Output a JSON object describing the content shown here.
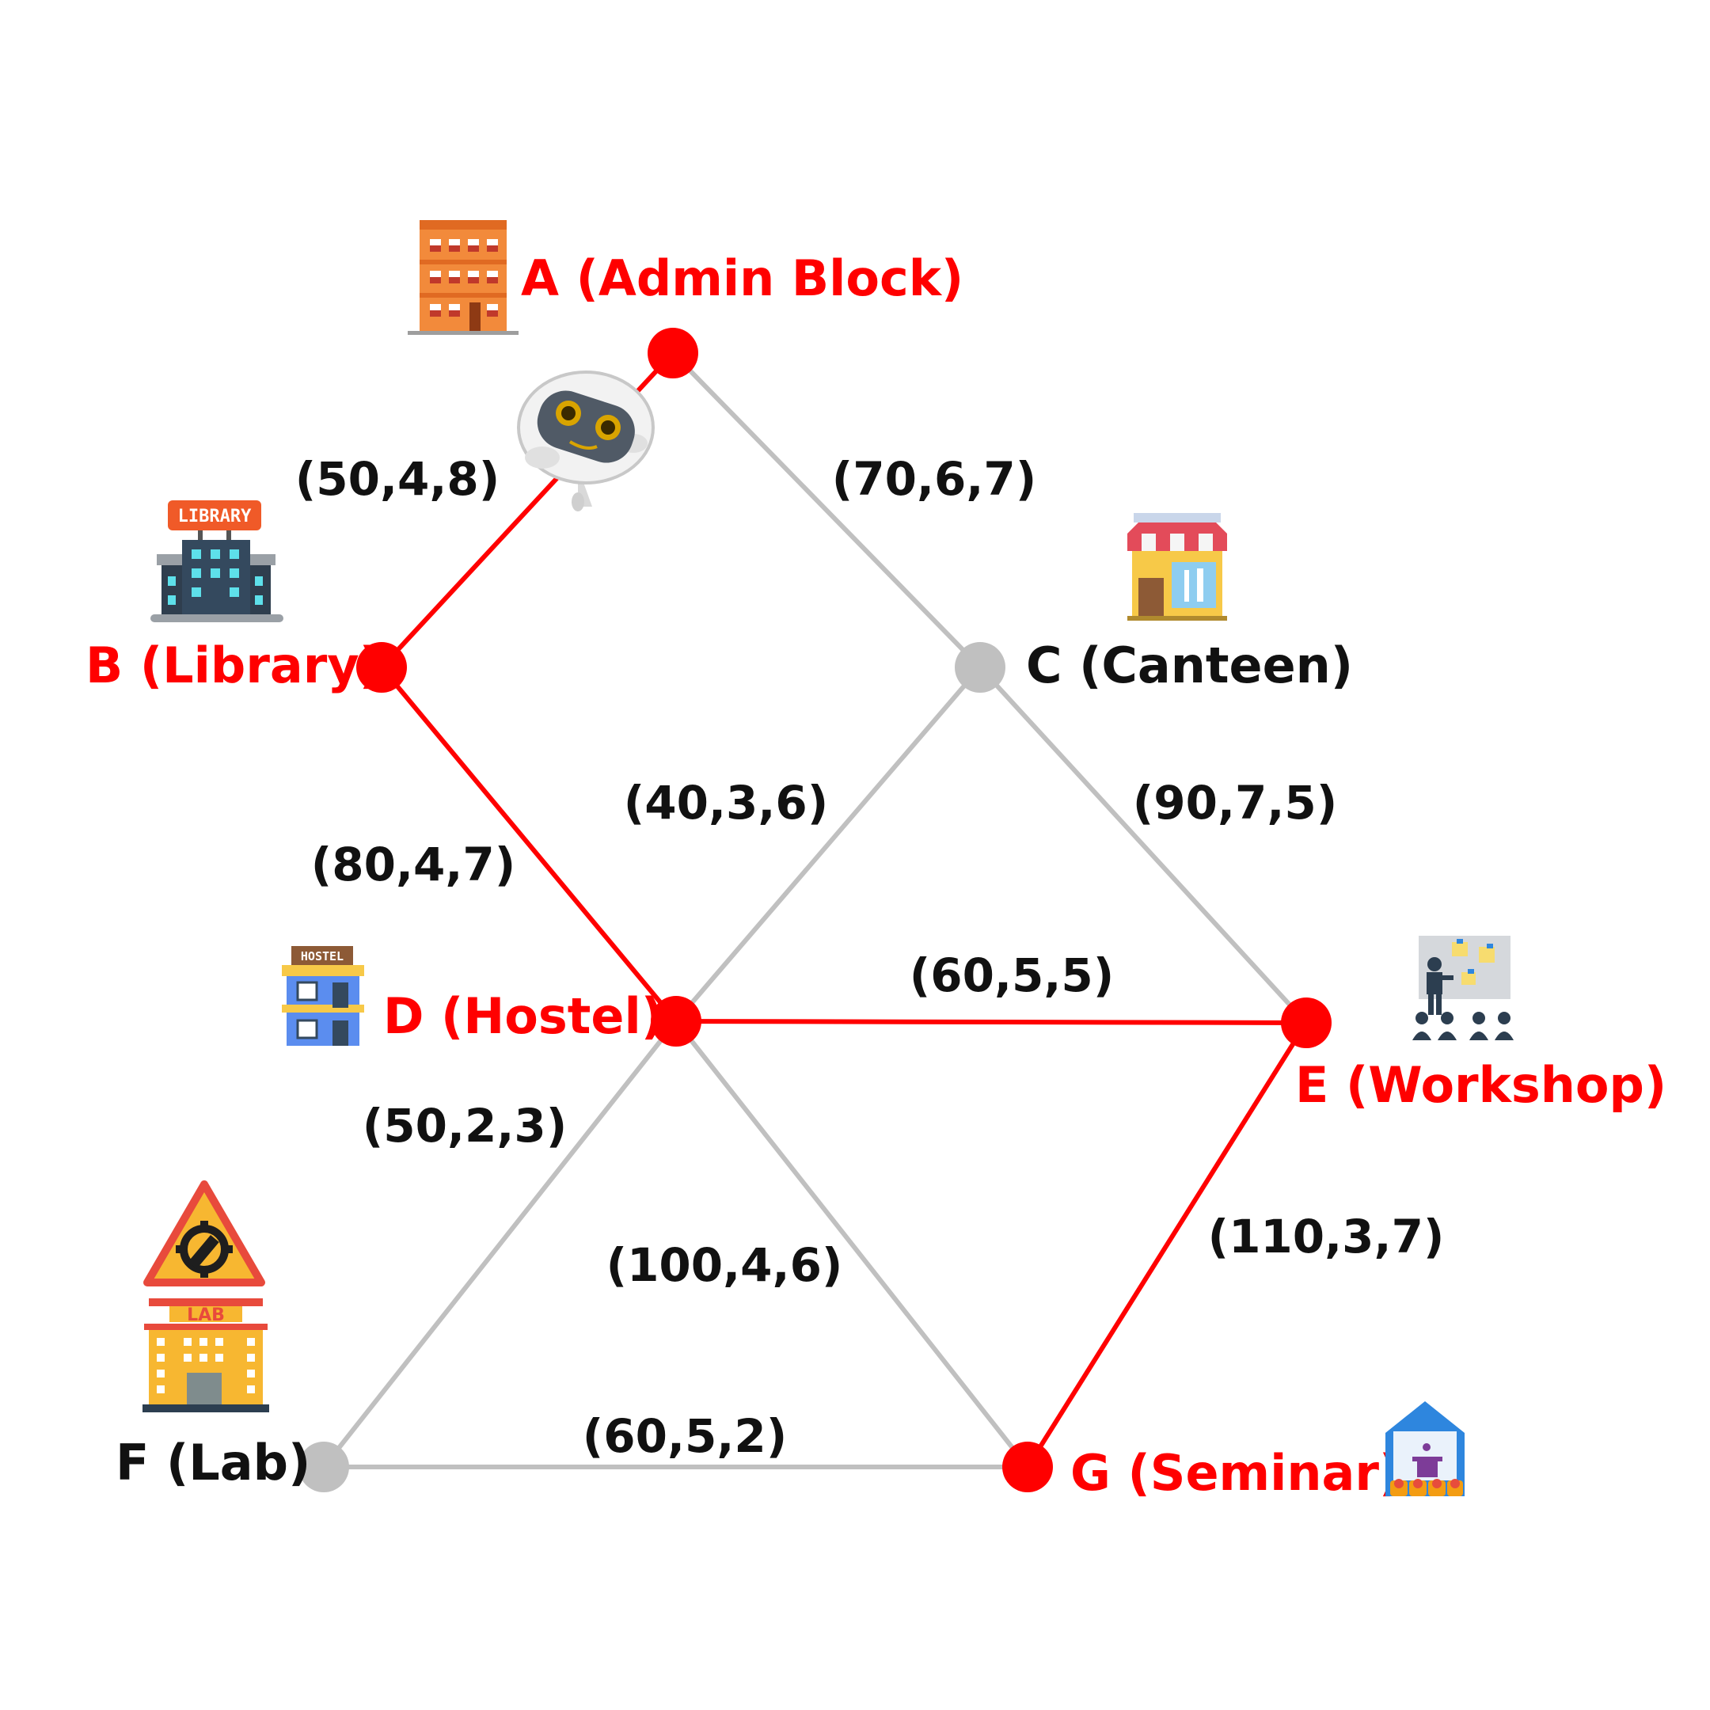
{
  "colors": {
    "highlight": "#ff0000",
    "inactive": "#c0c0c0",
    "text": "#111111"
  },
  "nodes": [
    {
      "id": "A",
      "label": "A (Admin Block)",
      "highlighted": true,
      "icon": "admin-building-icon"
    },
    {
      "id": "B",
      "label": "B (Library)",
      "highlighted": true,
      "icon": "library-building-icon"
    },
    {
      "id": "C",
      "label": "C (Canteen)",
      "highlighted": false,
      "icon": "canteen-shop-icon"
    },
    {
      "id": "D",
      "label": "D (Hostel)",
      "highlighted": true,
      "icon": "hostel-building-icon"
    },
    {
      "id": "E",
      "label": "E (Workshop)",
      "highlighted": true,
      "icon": "workshop-presentation-icon"
    },
    {
      "id": "F",
      "label": "F (Lab)",
      "highlighted": false,
      "icon": "lab-building-icon"
    },
    {
      "id": "G",
      "label": "G (Seminar)",
      "highlighted": true,
      "icon": "seminar-hall-icon"
    }
  ],
  "edges": [
    {
      "from": "A",
      "to": "B",
      "label": "(50,4,8)",
      "highlighted": true
    },
    {
      "from": "A",
      "to": "C",
      "label": "(70,6,7)",
      "highlighted": false
    },
    {
      "from": "B",
      "to": "D",
      "label": "(80,4,7)",
      "highlighted": true
    },
    {
      "from": "C",
      "to": "D",
      "label": "(40,3,6)",
      "highlighted": false
    },
    {
      "from": "C",
      "to": "E",
      "label": "(90,7,5)",
      "highlighted": false
    },
    {
      "from": "D",
      "to": "E",
      "label": "(60,5,5)",
      "highlighted": true
    },
    {
      "from": "D",
      "to": "F",
      "label": "(50,2,3)",
      "highlighted": false
    },
    {
      "from": "D",
      "to": "G",
      "label": "(100,4,6)",
      "highlighted": false
    },
    {
      "from": "E",
      "to": "G",
      "label": "(110,3,7)",
      "highlighted": true
    },
    {
      "from": "F",
      "to": "G",
      "label": "(60,5,2)",
      "highlighted": false
    }
  ],
  "robot_icon": "robot-icon",
  "icon_texts": {
    "library_sign": "LIBRARY",
    "hostel_sign": "HOSTEL",
    "lab_sign": "LAB"
  }
}
